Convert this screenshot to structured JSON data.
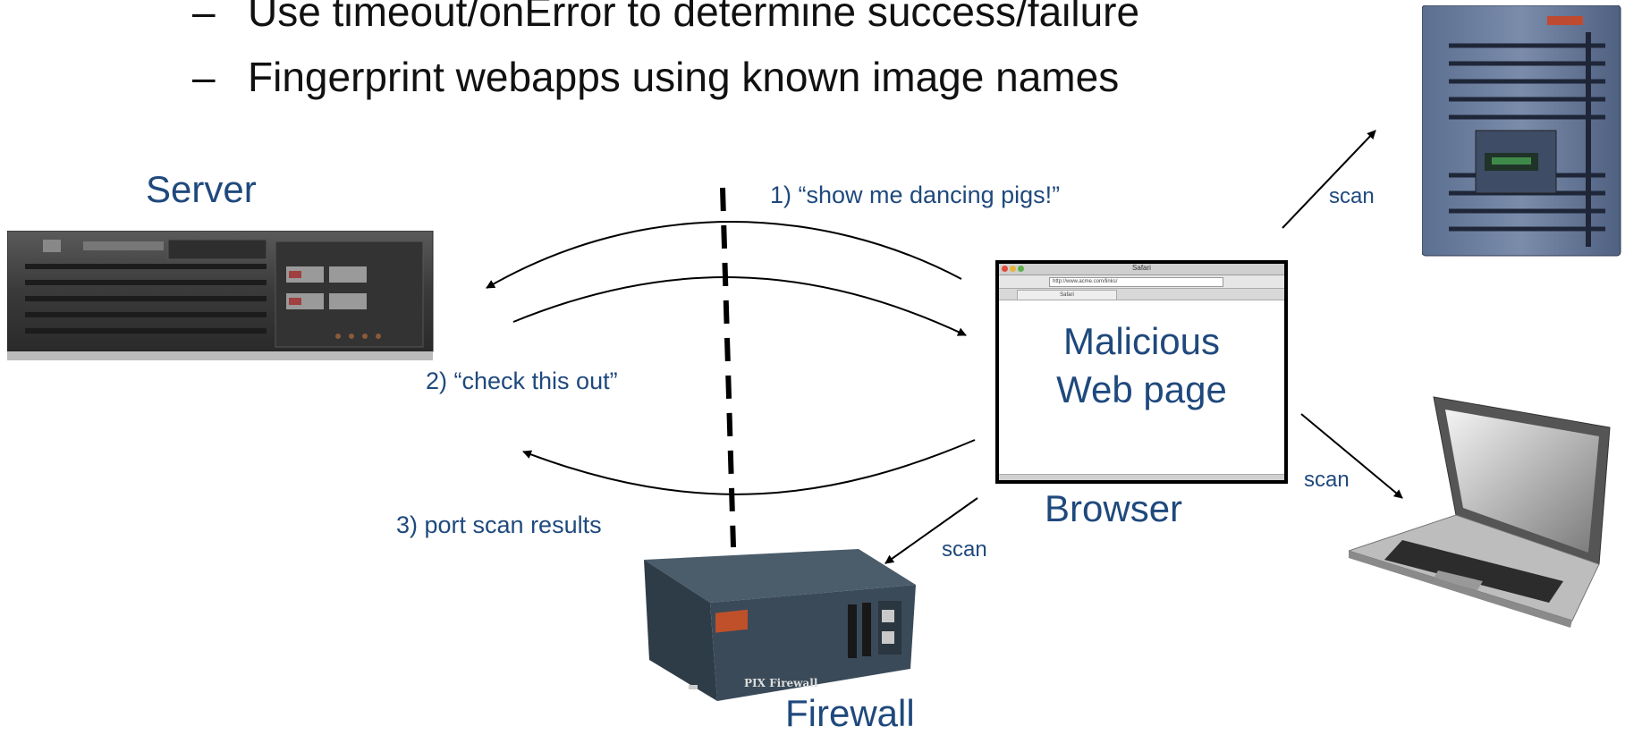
{
  "bullets": [
    {
      "dash": "–",
      "text": "Use timeout/onError to determine success/failure"
    },
    {
      "dash": "–",
      "text": "Fingerprint webapps using known image names"
    }
  ],
  "labels": {
    "server": "Server",
    "browser": "Browser",
    "firewall": "Firewall",
    "page_line1": "Malicious",
    "page_line2": "Web page"
  },
  "messages": {
    "step1": "1) “show me dancing pigs!”",
    "step2": "2) “check this out”",
    "step3": "3) port scan results"
  },
  "scan_labels": [
    "scan",
    "scan",
    "scan"
  ],
  "browser_window": {
    "title": "Safari",
    "url": "http://www.acme.com/links/",
    "tab": "Safari"
  },
  "colors": {
    "label": "#1f497d",
    "text": "#111111",
    "arrow": "#000000"
  }
}
